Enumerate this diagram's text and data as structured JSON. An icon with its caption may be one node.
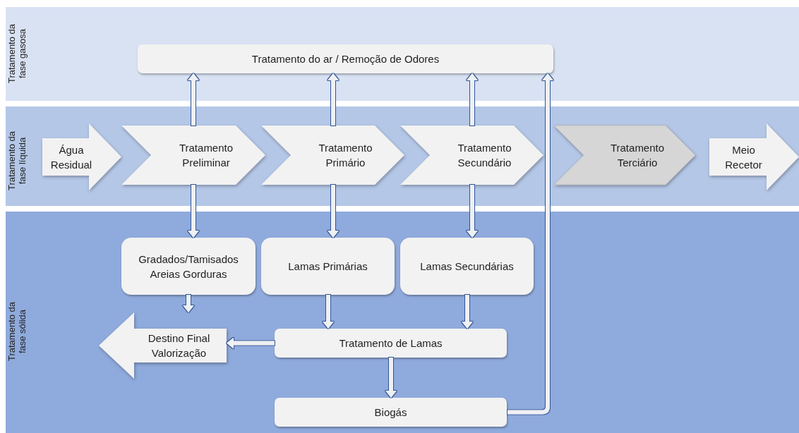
{
  "diagram": {
    "nodes": [
      {
        "text": [
          "Tratamento da fase gasosa"
        ]
      },
      {
        "text": [
          "Tratamento do ar / Remoção de Odores"
        ],
        "in": 0
      },
      {
        "text": [
          "Tratamento da fase líquida"
        ]
      },
      {
        "text": [
          "Água Residual"
        ],
        "in": 2
      },
      {
        "text": [
          "Tratamento Preliminar"
        ],
        "in": 2
      },
      {
        "text": [
          "Tratamento Primário"
        ],
        "in": 2
      },
      {
        "text": [
          "Tratamento Secundário"
        ],
        "in": 2
      },
      {
        "text": [
          "Tratamento Terciário"
        ],
        "in": 2
      },
      {
        "text": [
          "Meio Recetor"
        ],
        "in": 2
      },
      {
        "text": [
          "Tratamento da fase sólida"
        ]
      },
      {
        "text": [
          "Gradados/Tamisados Areias Gorduras"
        ],
        "in": 9
      },
      {
        "text": [
          "Lamas Primárias"
        ],
        "in": 9
      },
      {
        "text": [
          "Lamas Secundárias"
        ],
        "in": 9
      },
      {
        "text": [
          "Destino Final Valorização"
        ],
        "in": 9
      },
      {
        "text": [
          "Tratamento de Lamas"
        ],
        "in": 9
      },
      {
        "text": [
          "Biogás"
        ],
        "in": 9
      }
    ],
    "edges": [
      {
        "from": 4,
        "to": 1,
        "arrow": "to"
      },
      {
        "from": 5,
        "to": 1,
        "arrow": "to"
      },
      {
        "from": 6,
        "to": 1,
        "arrow": "to"
      },
      {
        "from": 15,
        "to": 1,
        "arrow": "to"
      },
      {
        "from": 4,
        "to": 10,
        "arrow": "to"
      },
      {
        "from": 5,
        "to": 11,
        "arrow": "to"
      },
      {
        "from": 6,
        "to": 12,
        "arrow": "to"
      },
      {
        "from": 10,
        "to": 13,
        "arrow": "to"
      },
      {
        "from": 11,
        "to": 14,
        "arrow": "to"
      },
      {
        "from": 12,
        "to": 14,
        "arrow": "to"
      },
      {
        "from": 14,
        "to": 13,
        "arrow": "to"
      },
      {
        "from": 14,
        "to": 15,
        "arrow": "to"
      }
    ]
  }
}
